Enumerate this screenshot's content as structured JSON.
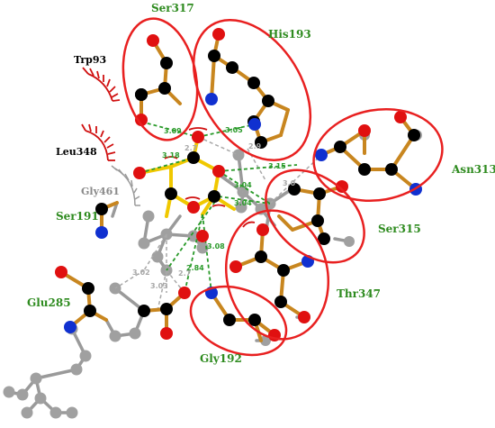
{
  "colors": {
    "residue_label": "#2e8b1f",
    "hydrophobic_label": "#000000",
    "ligand_label": "#8a8a8a",
    "circle": "#e82020",
    "hbond": "#2a9a2a",
    "bond_main": "#c8861f",
    "bond_ligand": "#f0c800",
    "bond_grey": "#9a9a9a",
    "carbon": "#000000",
    "oxygen": "#e01010",
    "nitrogen": "#1030d0",
    "grey_atom": "#a0a0a0",
    "arc": "#d01010"
  },
  "labels": {
    "ser317": "Ser317",
    "his193": "His193",
    "trp93": "Trp93",
    "leu348": "Leu348",
    "gly461": "Gly461",
    "ser191": "Ser191",
    "asn313": "Asn313",
    "ser315": "Ser315",
    "thr347": "Thr347",
    "glu285": "Glu285",
    "gly192": "Gly192"
  },
  "distances": {
    "d309": "3.09",
    "d305": "3.05",
    "d318": "3.18",
    "d27": "2.7",
    "d29": "2.9",
    "d315": "3.15",
    "d304": "3.04",
    "d304b": "3.04",
    "d30": "3.0",
    "d308": "3.08",
    "d284": "2.84",
    "d302": "3.02",
    "d303": "3.03",
    "d27b": "2.7"
  }
}
